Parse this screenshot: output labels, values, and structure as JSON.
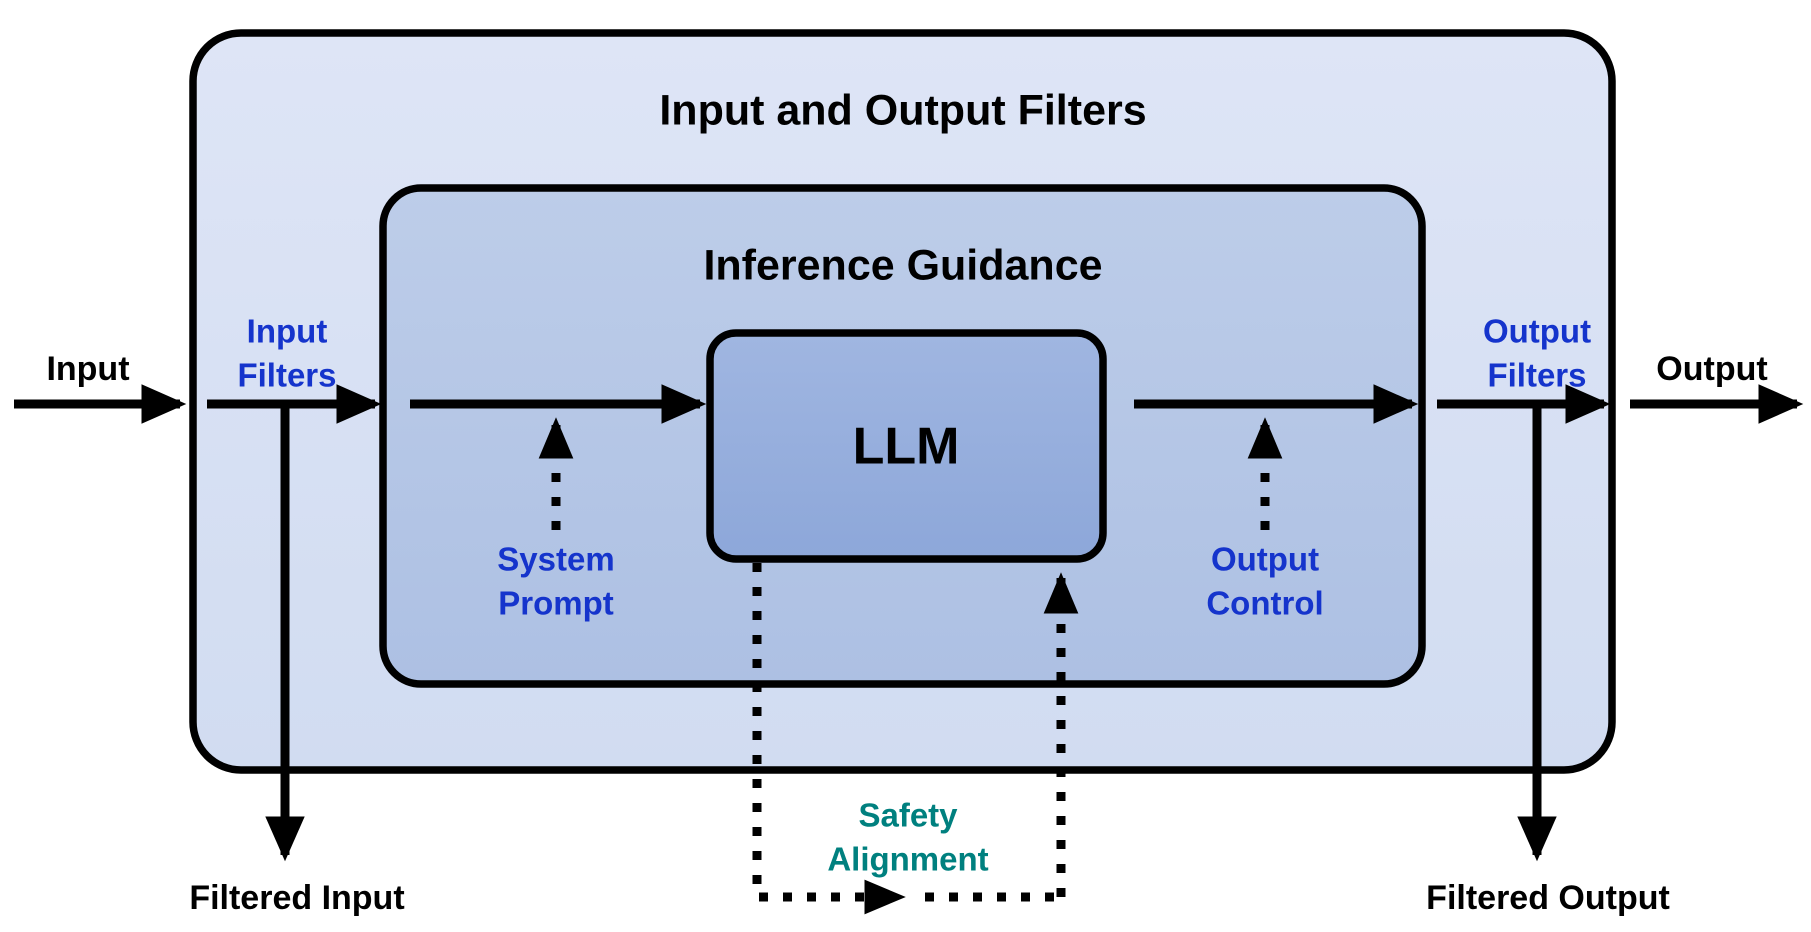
{
  "diagram": {
    "title": "Input and Output Filters",
    "colors": {
      "outer_box_fill_top": "#DCE4F5",
      "outer_box_fill_bottom": "#D3DEF2",
      "inner_box_fill_top": "#BCCCE8",
      "inner_box_fill_bottom": "#AFC2E4",
      "llm_box_fill_top": "#9EB5E0",
      "llm_box_fill_bottom": "#8FA9DA",
      "stroke": "#000000",
      "blue_label": "#1534CC",
      "teal_label": "#00807F",
      "black_label": "#000000"
    },
    "boxes": {
      "outer": {
        "label": "Input and Output Filters"
      },
      "inner": {
        "label": "Inference Guidance"
      },
      "llm": {
        "label": "LLM"
      }
    },
    "labels": {
      "input": "Input",
      "output": "Output",
      "input_filters": "Input Filters",
      "input_filters_line1": "Input",
      "input_filters_line2": "Filters",
      "output_filters": "Output Filters",
      "output_filters_line1": "Output",
      "output_filters_line2": "Filters",
      "system_prompt": "System Prompt",
      "system_prompt_line1": "System",
      "system_prompt_line2": "Prompt",
      "output_control": "Output Control",
      "output_control_line1": "Output",
      "output_control_line2": "Control",
      "safety_alignment": "Safety Alignment",
      "safety_alignment_line1": "Safety",
      "safety_alignment_line2": "Alignment",
      "filtered_input": "Filtered Input",
      "filtered_output": "Filtered Output"
    }
  }
}
